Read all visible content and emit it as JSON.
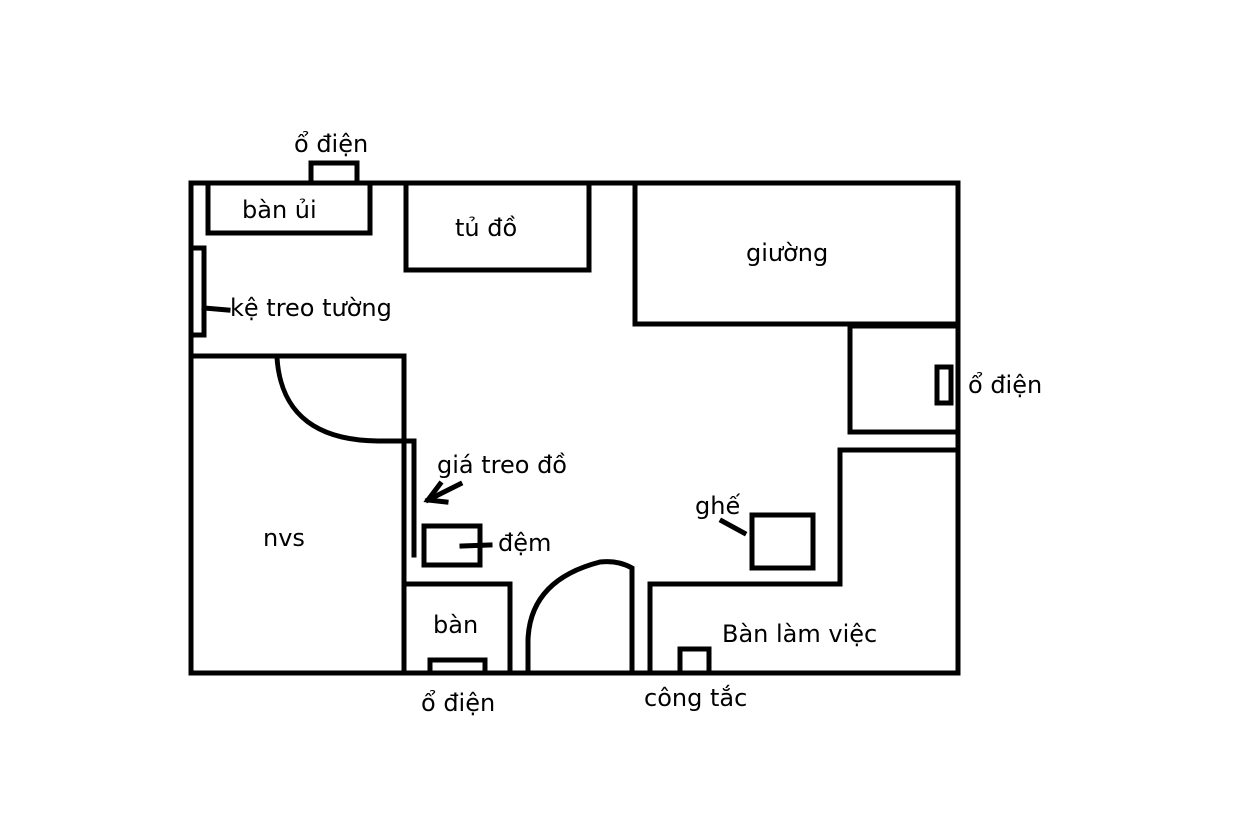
{
  "labels": {
    "outlet_top": "ổ điện",
    "ironing_table": "bàn ủi",
    "wardrobe": "tủ đồ",
    "bed": "giường",
    "wall_shelf": "kệ treo tường",
    "outlet_right": "ổ điện",
    "clothes_rack": "giá treo đồ",
    "bathroom": "nvs",
    "cushion": "đệm",
    "chair": "ghế",
    "table": "bàn",
    "desk": "Bàn làm việc",
    "outlet_bottom": "ổ điện",
    "switch": "công tắc"
  },
  "colors": {
    "ink": "#000000",
    "paper": "#ffffff"
  }
}
